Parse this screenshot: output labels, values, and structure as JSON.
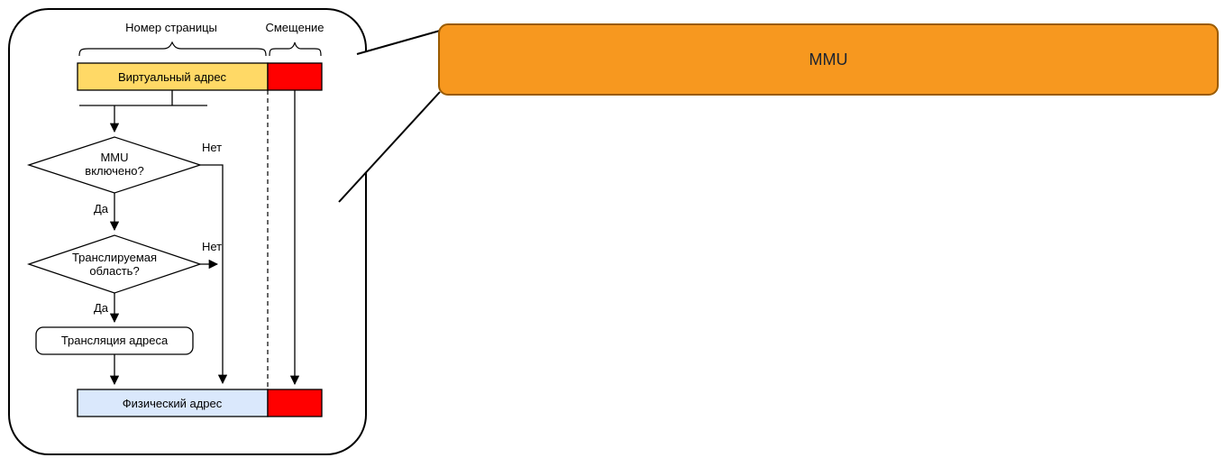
{
  "diagram": {
    "labels": {
      "page_number": "Номер страницы",
      "offset": "Смещение",
      "virtual_address": "Виртуальный адрес",
      "physical_address": "Физический адрес",
      "translation": "Трансляция адреса",
      "decision_mmu_line1": "MMU",
      "decision_mmu_line2": "включено?",
      "decision_region_line1": "Транслируемая",
      "decision_region_line2": "область?",
      "yes": "Да",
      "no": "Нет"
    }
  },
  "mmu": {
    "label": "MMU"
  },
  "colors": {
    "virtual_address_fill": "#FFD966",
    "offset_fill": "#FF0000",
    "physical_address_fill": "#DAE8FC",
    "mmu_fill": "#F7981F",
    "mmu_stroke": "#9A5B00",
    "line": "#000000"
  }
}
